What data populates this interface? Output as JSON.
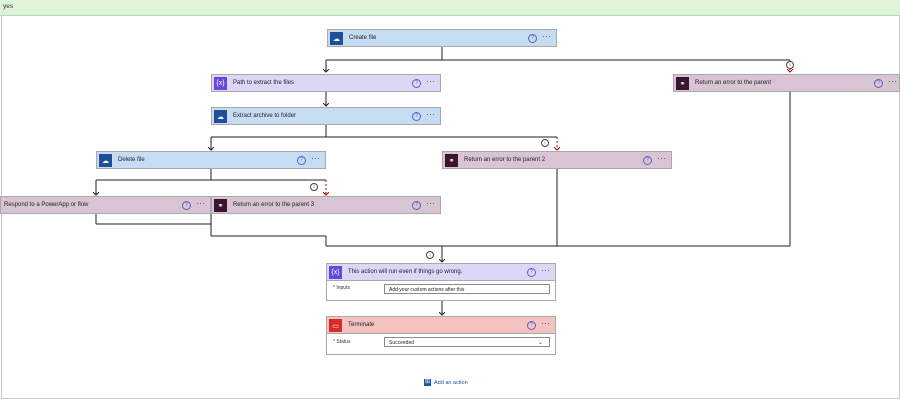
{
  "scope": {
    "label": "yes"
  },
  "cards": {
    "create_file": {
      "title": "Create file"
    },
    "path_extract": {
      "title": "Path to extract the files"
    },
    "extract_archive": {
      "title": "Extract archive to folder"
    },
    "delete_file": {
      "title": "Delete file"
    },
    "respond_powerapp": {
      "title": "Respond to a PowerApp or flow"
    },
    "error_parent": {
      "title": "Return an error to the parent"
    },
    "error_parent_2": {
      "title": "Return an error to the parent 2"
    },
    "error_parent_3": {
      "title": "Return an error to the parent 3"
    },
    "run_anyway": {
      "title": "This action will run even if things go wrong.",
      "input_label": "* Inputs",
      "input_value": "Add your custom actions after this"
    },
    "terminate": {
      "title": "Terminate",
      "status_label": "* Status",
      "status_value": "Succeeded"
    }
  },
  "common": {
    "help": "?",
    "more": "···",
    "info": "i",
    "chevron": "⌄"
  },
  "add_action": {
    "label": "Add an action"
  },
  "icons": {
    "onedrive": "cloud-icon",
    "variable": "variable-icon",
    "respond": "flow-icon",
    "terminate": "terminate-icon"
  },
  "colors": {
    "onedrive": "#1f4e9c",
    "variable": "#6b45e0",
    "respond": "#3a1430",
    "terminate": "#d62c2c"
  }
}
